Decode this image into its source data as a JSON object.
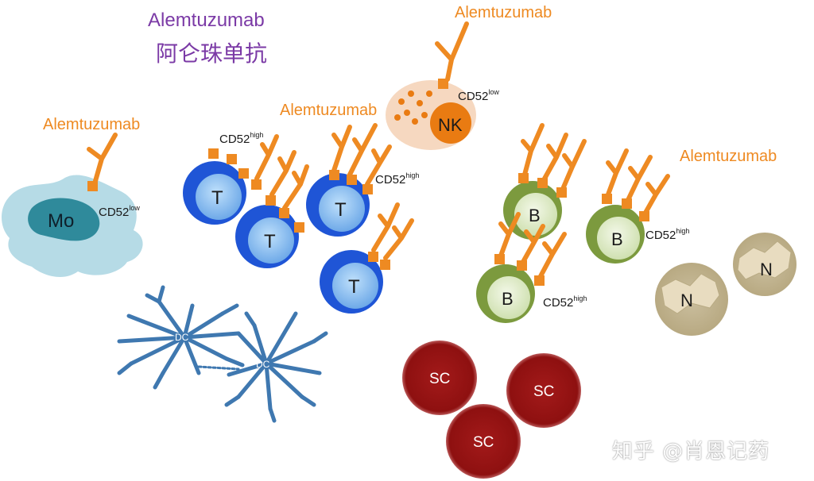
{
  "title": {
    "en": "Alemtuzumab",
    "zh": "阿仑珠单抗"
  },
  "watermark": "知乎 @肖恩记药",
  "colors": {
    "antibody": "#ee8a22",
    "title_purple": "#7b3aa6",
    "t_cell_outer": "#1f55d6",
    "t_cell_inner": "#8cc0f0",
    "b_cell_outer": "#7c9a3e",
    "b_cell_inner": "#dbe8c0",
    "nk_cell": "#f6d8c0",
    "nk_nucleus": "#e97b12",
    "monocyte": "#b6dbe6",
    "monocyte_nucleus": "#2f8a9b",
    "dc": "#3f78b0",
    "stem_cell": "#9b1515",
    "neutrophil": "#c2b493"
  },
  "labels": {
    "antibody_name": "Alemtuzumab",
    "cd52_low_base": "CD52",
    "cd52_low_sup": "low",
    "cd52_high_base": "CD52",
    "cd52_high_sup": "high"
  },
  "cells": {
    "monocyte": "Mo",
    "nk": "NK",
    "t": "T",
    "b": "B",
    "dc": "DC",
    "sc": "SC",
    "n": "N"
  }
}
